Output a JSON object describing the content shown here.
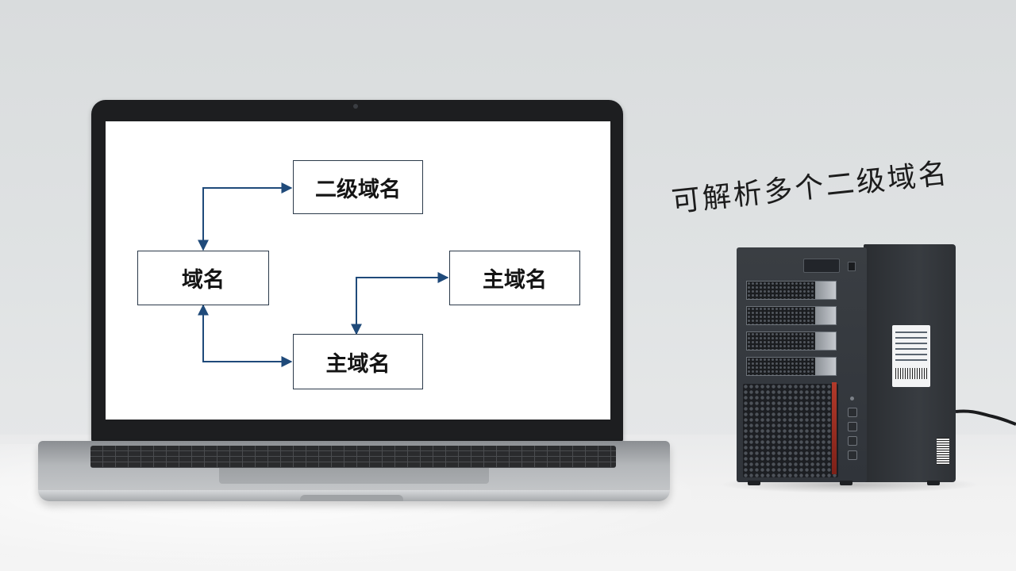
{
  "diagram": {
    "nodes": {
      "domain": "域名",
      "secondary_top": "二级域名",
      "main_right": "主域名",
      "main_bottom": "主域名"
    },
    "edges": [
      {
        "from": "domain",
        "to": "secondary_top"
      },
      {
        "from": "main_bottom",
        "to": "domain"
      },
      {
        "from": "main_bottom",
        "to": "main_right"
      }
    ],
    "line_color": "#1f4a7a"
  },
  "caption": "可解析多个二级域名",
  "objects": {
    "laptop": "laptop",
    "server": "nas-server"
  }
}
